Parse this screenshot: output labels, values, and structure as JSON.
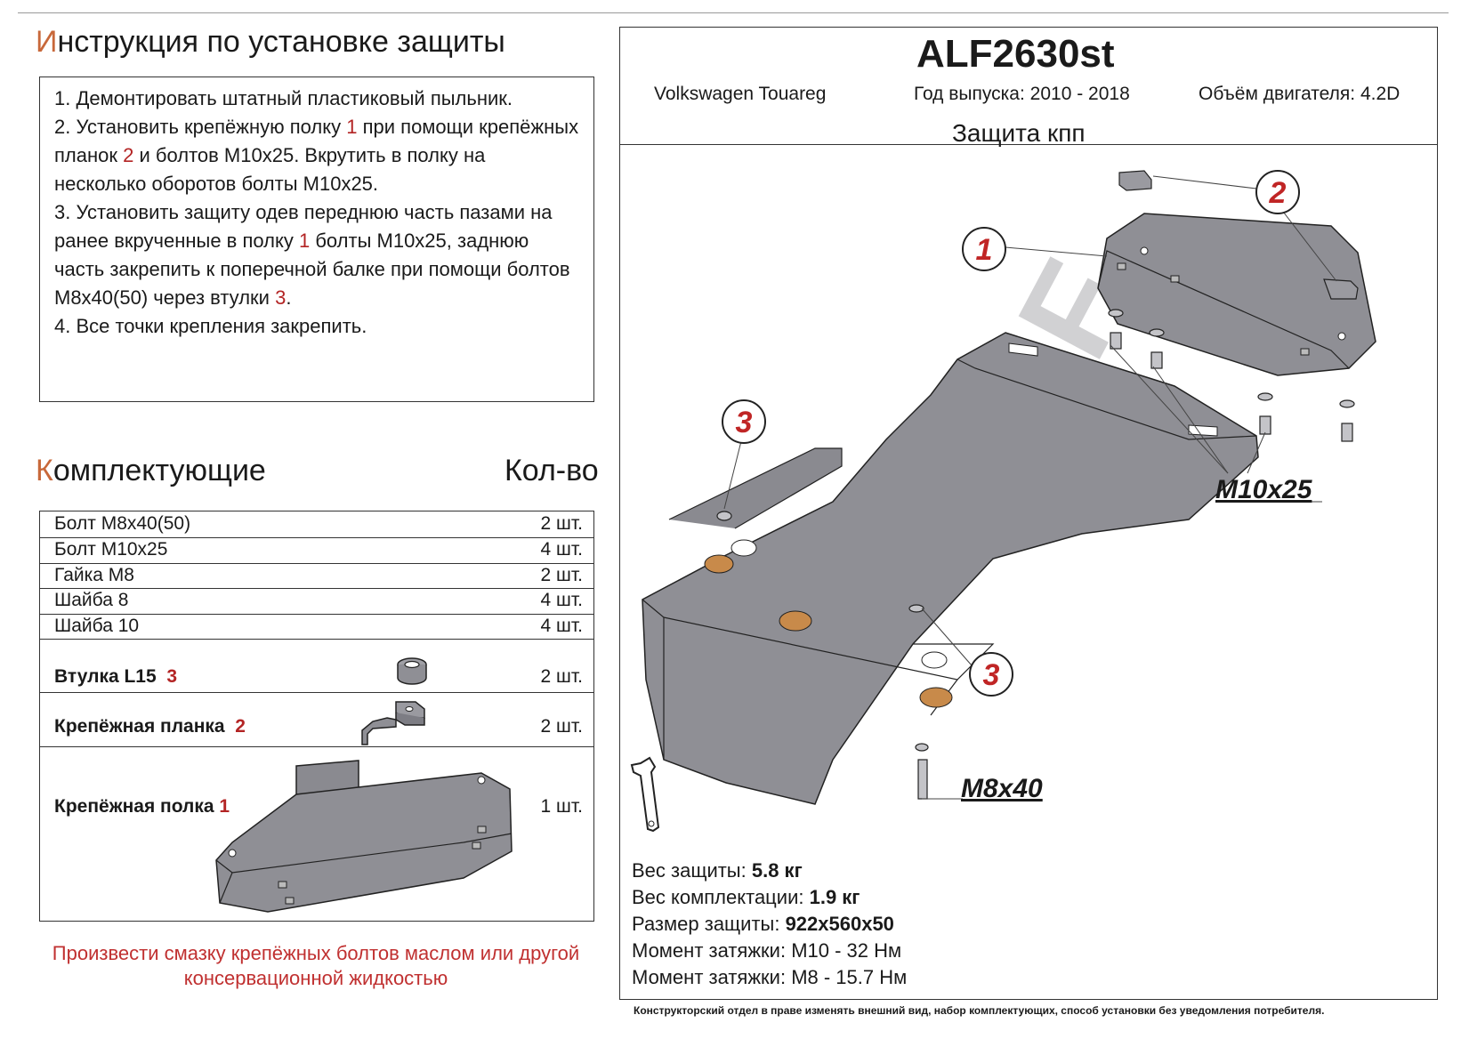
{
  "instructions": {
    "title_first": "И",
    "title_rest": "нструкция по установке защиты",
    "step1": "1.  Демонтировать штатный пластиковый пыльник.",
    "step2_a": "2.  Установить крепёжную полку ",
    "step2_n1": "1",
    "step2_b": " при помощи крепёжных планок ",
    "step2_n2": "2",
    "step2_c": " и болтов М10х25. Вкрутить в полку на несколько оборотов болты М10х25.",
    "step3_a": "3.  Установить защиту одев переднюю часть пазами на ранее вкрученные в полку ",
    "step3_n1": "1",
    "step3_b": " болты М10х25, заднюю часть закрепить к поперечной балке при помощи болтов М8х40(50) через втулки ",
    "step3_n3": "3",
    "step3_c": ".",
    "step4": "4.  Все точки крепления закрепить."
  },
  "kit": {
    "title_first": "К",
    "title_rest": "омплектующие",
    "qty_header": "Кол-во",
    "rows": [
      {
        "name": "Болт М8х40(50)",
        "qty": "2 шт."
      },
      {
        "name": "Болт М10х25",
        "qty": "4 шт."
      },
      {
        "name": "Гайка М8",
        "qty": "2 шт."
      },
      {
        "name": "Шайба 8",
        "qty": "4 шт."
      },
      {
        "name": "Шайба 10",
        "qty": "4 шт."
      }
    ],
    "bushing": {
      "name": "Втулка L15",
      "num": "3",
      "qty": "2 шт."
    },
    "bracket": {
      "name": "Крепёжная планка",
      "num": "2",
      "qty": "2 шт."
    },
    "shelf": {
      "name": "Крепёжная полка",
      "num": "1",
      "qty": "1 шт."
    }
  },
  "note": "Произвести смазку крепёжных болтов маслом или другой консервационной жидкостью",
  "header": {
    "code": "ALF2630st",
    "model": "Volkswagen Touareg",
    "year": "Год выпуска: 2010 - 2018",
    "engine": "Объём двигателя: 4.2D",
    "product": "Защита кпп"
  },
  "drawing": {
    "callout_1": "1",
    "callout_2": "2",
    "callout_3a": "3",
    "callout_3b": "3",
    "bolt_m10": "M10x25",
    "bolt_m8": "M8x40",
    "watermark": "ALF"
  },
  "specs": {
    "weight_label": "Вес защиты: ",
    "weight_value": "5.8 кг",
    "kit_weight_label": "Вес комплектации: ",
    "kit_weight_value": "1.9 кг",
    "size_label": "Размер защиты: ",
    "size_value": "922х560х50",
    "torque_m10": "Момент затяжки:  М10 - 32 Нм",
    "torque_m8": "Момент затяжки:  М8 - 15.7 Нм"
  },
  "disclaimer": "Конструкторский отдел в праве изменять внешний вид, набор комплектующих, способ установки без уведомления потребителя.",
  "colors": {
    "accent_red": "#b32424",
    "title_orange": "#c8683a",
    "steel_fill": "#8f8f95",
    "steel_edge": "#333333"
  }
}
